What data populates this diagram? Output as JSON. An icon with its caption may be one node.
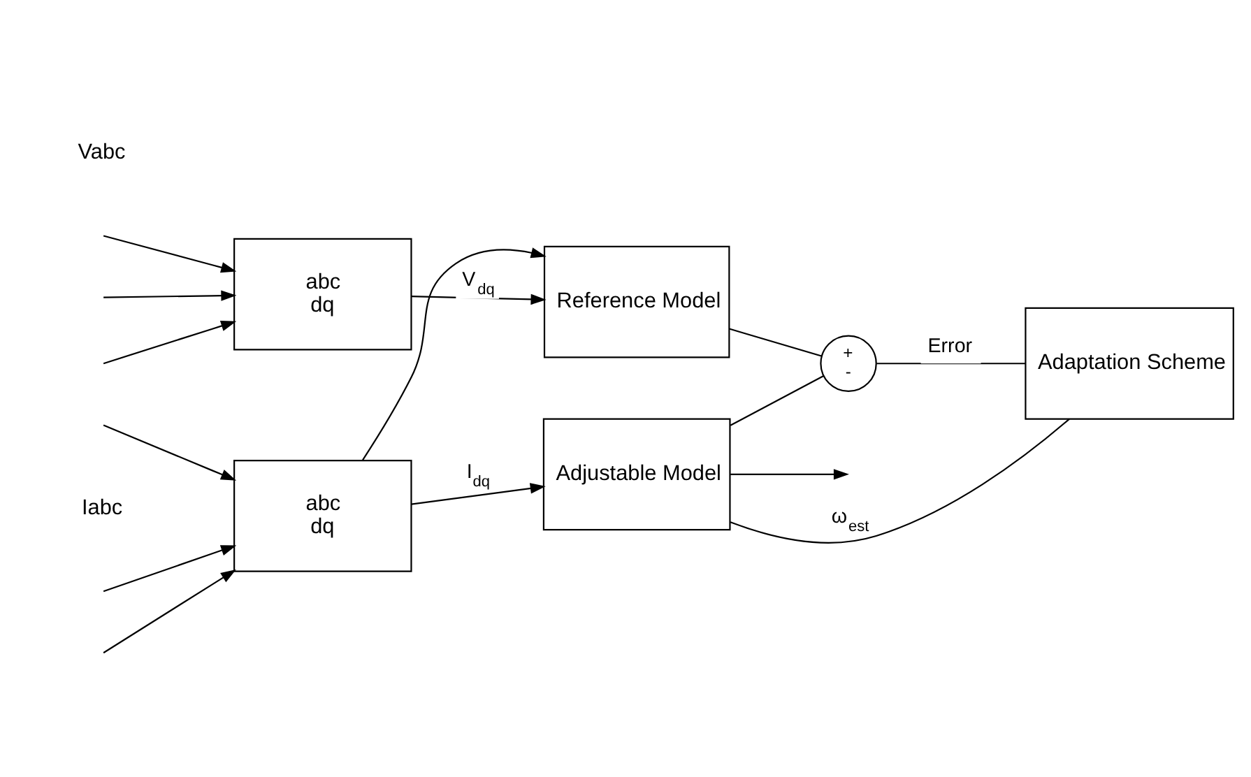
{
  "diagram": {
    "nodes": [
      {
        "text": [
          "abc",
          "dq"
        ]
      },
      {
        "text": [
          "Reference Model"
        ]
      },
      {
        "text": [
          "abc",
          "dq"
        ]
      },
      {
        "text": [
          "Adjustable Model"
        ]
      },
      {
        "text": [
          "+",
          "-"
        ]
      },
      {
        "text": [
          "Adaptation Scheme"
        ]
      }
    ],
    "edges": [
      {
        "from": null,
        "to": 0,
        "arrow": "to"
      },
      {
        "from": null,
        "to": 0,
        "arrow": "to"
      },
      {
        "from": null,
        "to": 0,
        "arrow": "to"
      },
      {
        "from": null,
        "to": 2,
        "arrow": "to"
      },
      {
        "from": null,
        "to": 2,
        "arrow": "to"
      },
      {
        "from": null,
        "to": 2,
        "arrow": "to"
      },
      {
        "from": 0,
        "to": 1,
        "arrow": "to",
        "label": "V$_{dq}$"
      },
      {
        "from": 2,
        "to": 1,
        "arrow": "to"
      },
      {
        "from": 2,
        "to": 3,
        "arrow": "to",
        "label": "I$_{dq}$"
      },
      {
        "from": 1,
        "to": 4,
        "arrow": "none"
      },
      {
        "from": 3,
        "to": 4,
        "arrow": "none"
      },
      {
        "from": 4,
        "to": 5,
        "arrow": "none",
        "label": "Error"
      },
      {
        "from": 5,
        "to": 3,
        "arrow": "none",
        "label": "ω$_{est}$"
      },
      {
        "from": 3,
        "to": null,
        "arrow": "to"
      }
    ],
    "labels": [
      "Vabc",
      "Iabc"
    ]
  }
}
